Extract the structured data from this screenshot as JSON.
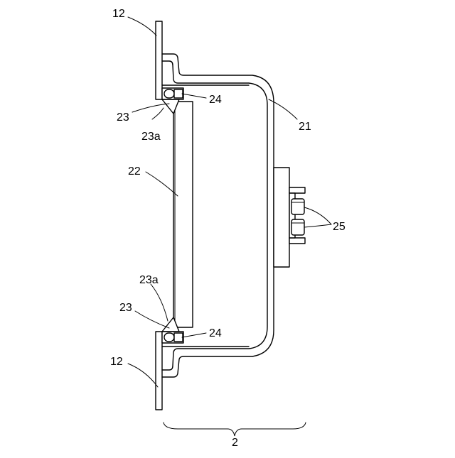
{
  "labels": {
    "panel_top": "12",
    "panel_bottom": "12",
    "housing": "21",
    "plate": "22",
    "holder_top": "23",
    "holder_bottom": "23",
    "holder_edge_top": "23a",
    "holder_edge_bottom": "23a",
    "fastener_top": "24",
    "fastener_bottom": "24",
    "connectors": "25",
    "assembly": "2"
  }
}
